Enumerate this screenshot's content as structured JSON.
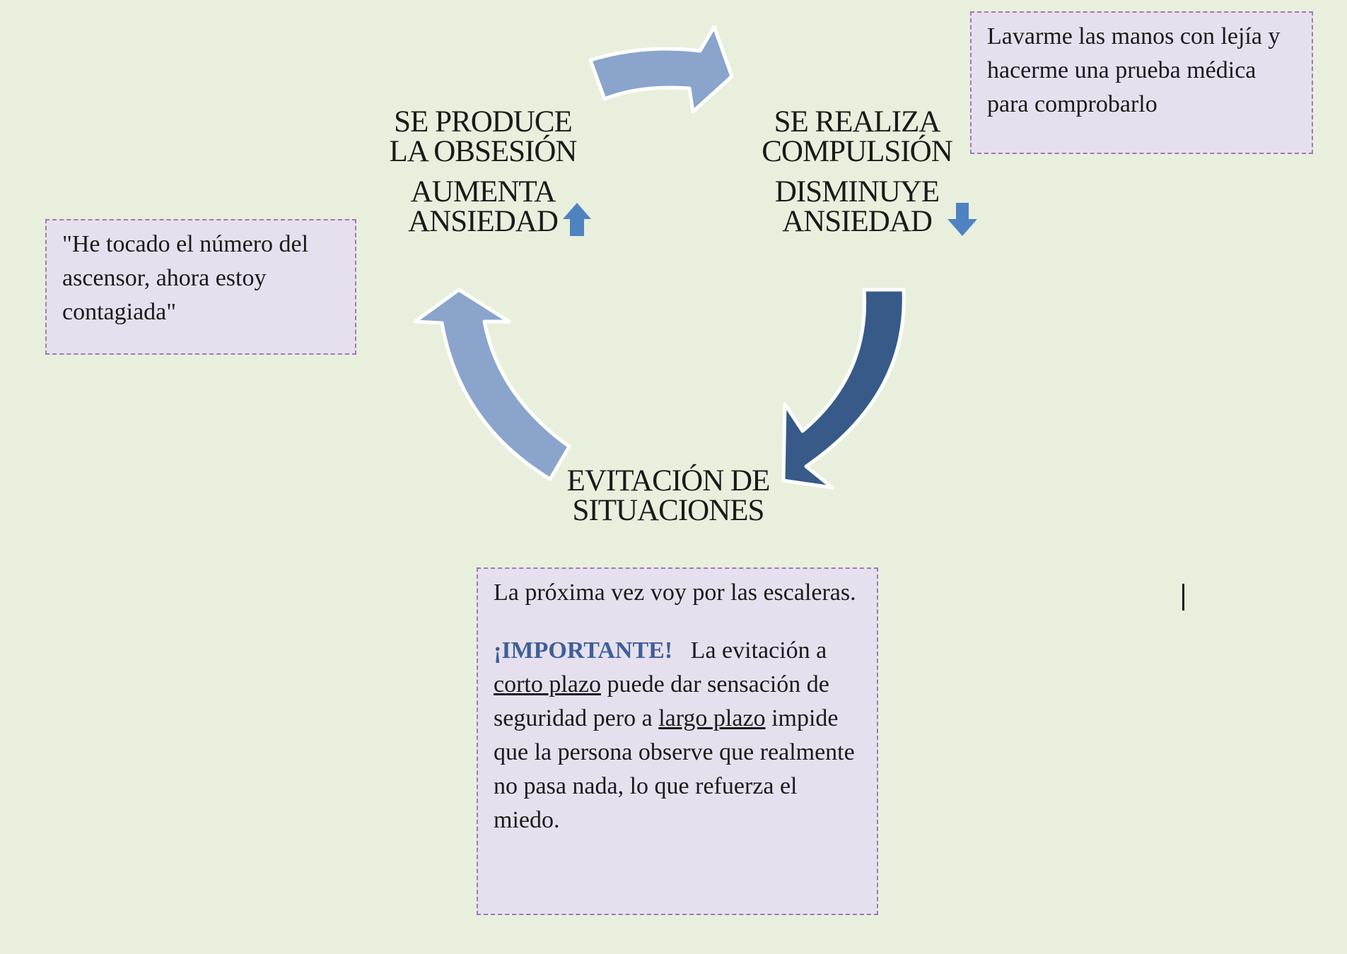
{
  "stages": {
    "obsession": {
      "line1": "SE PRODUCE",
      "line2": "LA OBSESIÓN"
    },
    "compulsion": {
      "line1": "SE REALIZA",
      "line2": "COMPULSIÓN"
    },
    "avoidance": {
      "line1": "EVITACIÓN DE",
      "line2": "SITUACIONES"
    }
  },
  "anxiety": {
    "increase": {
      "line1": "AUMENTA",
      "line2": "ANSIEDAD",
      "icon": "arrow-up-icon"
    },
    "decrease": {
      "line1": "DISMINUYE",
      "line2": "ANSIEDAD",
      "icon": "arrow-down-icon"
    }
  },
  "notes": {
    "obsession_example": "\"He tocado el número del ascensor, ahora estoy contagiada\"",
    "compulsion_example": "Lavarme las manos con lejía y hacerme una prueba médica para comprobarlo",
    "avoidance_example": "La próxima vez voy por las escaleras.",
    "important": {
      "label": "¡IMPORTANTE!",
      "t1": "La evitación a",
      "u1": "corto plazo",
      "t2": "puede dar sensación de seguridad pero a",
      "u2": "largo plazo",
      "t3": "impide que la persona observe que realmente no pasa nada, lo que refuerza el miedo."
    }
  },
  "colors": {
    "background": "#e8f0dd",
    "arrow_light": "#8aa4cc",
    "arrow_dark": "#375a89",
    "small_arrow": "#4f82c0",
    "note_fill": "#e6e0ee",
    "note_border": "#9a7ab8",
    "important_text": "#3d5f9a"
  }
}
